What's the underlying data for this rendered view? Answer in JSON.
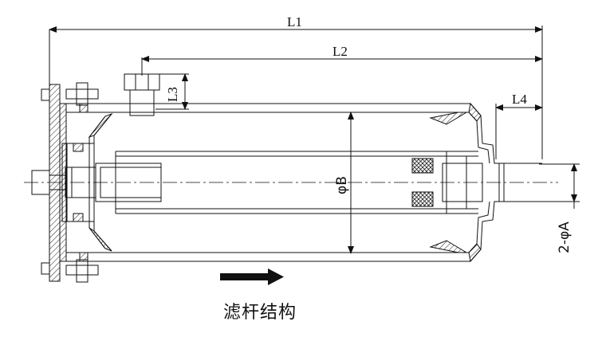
{
  "dimensions": {
    "l1": "L1",
    "l2": "L2",
    "l3": "L3",
    "l4": "L4",
    "phi_b": "φB",
    "two_phi_a": "2-φA"
  },
  "caption": "滤杆结构",
  "icons": {
    "flow_arrow": "arrow-right-icon"
  }
}
